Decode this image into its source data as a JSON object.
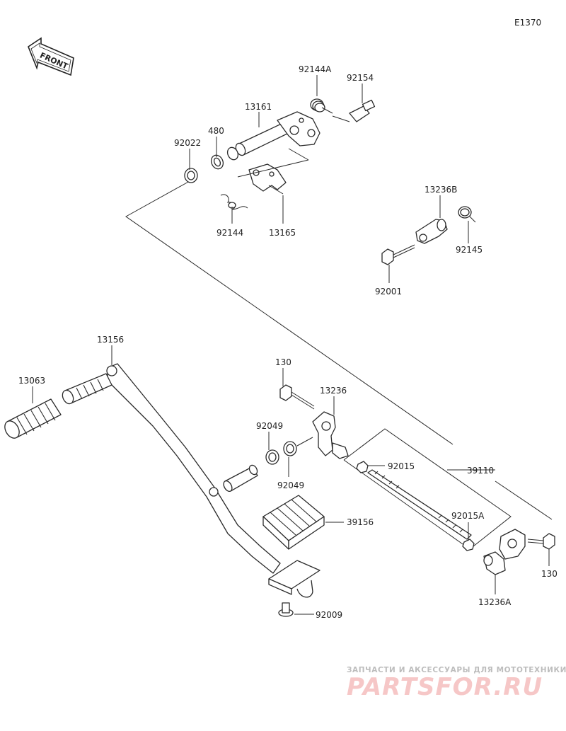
{
  "diagram_code": "E1370",
  "front_arrow_text": "FRONT",
  "labels": {
    "p13161": "13161",
    "p480": "480",
    "p92022": "92022",
    "p92144A": "92144A",
    "p92154": "92154",
    "p92144": "92144",
    "p13165": "13165",
    "p13236B": "13236B",
    "p92145": "92145",
    "p92001": "92001",
    "p13156": "13156",
    "p13063": "13063",
    "p130_top": "130",
    "p13236": "13236",
    "p92049_top": "92049",
    "p92049_bot": "92049",
    "p92015": "92015",
    "p39110": "39110",
    "p92015A": "92015A",
    "p39156": "39156",
    "p130_right": "130",
    "p13236A": "13236A",
    "p92009": "92009"
  },
  "watermark": {
    "tagline": "ЗАПЧАСТИ И АКСЕССУАРЫ ДЛЯ МОТОТЕХНИКИ",
    "brand": "PARTSFOR.RU",
    "brand_color": "#f6c7c7"
  }
}
